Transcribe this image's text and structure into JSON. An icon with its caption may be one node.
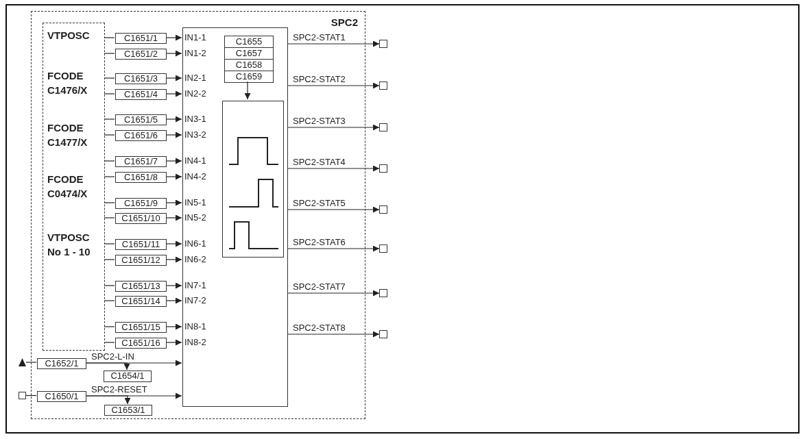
{
  "diagram": {
    "nodes": [
      {
        "text": [
          "SPC2"
        ]
      },
      {
        "text": [
          "VTPOSC",
          "FCODE C1476/X",
          "FCODE C1477/X",
          "FCODE C0474/X",
          "VTPOSC No 1 - 10"
        ],
        "in": 0
      },
      {
        "text": [
          "C1651/1"
        ],
        "in": 0
      },
      {
        "text": [
          "C1651/2"
        ],
        "in": 0
      },
      {
        "text": [
          "C1651/3"
        ],
        "in": 0
      },
      {
        "text": [
          "C1651/4"
        ],
        "in": 0
      },
      {
        "text": [
          "C1651/5"
        ],
        "in": 0
      },
      {
        "text": [
          "C1651/6"
        ],
        "in": 0
      },
      {
        "text": [
          "C1651/7"
        ],
        "in": 0
      },
      {
        "text": [
          "C1651/8"
        ],
        "in": 0
      },
      {
        "text": [
          "C1651/9"
        ],
        "in": 0
      },
      {
        "text": [
          "C1651/10"
        ],
        "in": 0
      },
      {
        "text": [
          "C1651/11"
        ],
        "in": 0
      },
      {
        "text": [
          "C1651/12"
        ],
        "in": 0
      },
      {
        "text": [
          "C1651/13"
        ],
        "in": 0
      },
      {
        "text": [
          "C1651/14"
        ],
        "in": 0
      },
      {
        "text": [
          "C1651/15"
        ],
        "in": 0
      },
      {
        "text": [
          "C1651/16"
        ],
        "in": 0
      },
      {
        "text": [],
        "shape": "box",
        "in": 0
      },
      {
        "text": [
          "C1655",
          "C1657",
          "C1658",
          "C1659"
        ],
        "in": 18
      },
      {
        "text": [],
        "shape": "picture",
        "in": 18
      },
      {
        "text": [],
        "shape": "triangle"
      },
      {
        "text": [
          "C1652/1"
        ],
        "in": 0
      },
      {
        "text": [
          "C1654/1"
        ],
        "in": 0
      },
      {
        "text": [],
        "shape": "box"
      },
      {
        "text": [
          "C1650/1"
        ],
        "in": 0
      },
      {
        "text": [
          "C1653/1"
        ],
        "in": 0
      },
      {
        "text": [],
        "shape": "box"
      },
      {
        "text": [],
        "shape": "box"
      },
      {
        "text": [],
        "shape": "box"
      },
      {
        "text": [],
        "shape": "box"
      },
      {
        "text": [],
        "shape": "box"
      },
      {
        "text": [],
        "shape": "box"
      },
      {
        "text": [],
        "shape": "box"
      },
      {
        "text": [],
        "shape": "box"
      }
    ],
    "edges": [
      {
        "from": 1,
        "to": 2,
        "arrow": "none"
      },
      {
        "from": 1,
        "to": 3,
        "arrow": "none"
      },
      {
        "from": 1,
        "to": 4,
        "arrow": "none"
      },
      {
        "from": 1,
        "to": 5,
        "arrow": "none"
      },
      {
        "from": 1,
        "to": 6,
        "arrow": "none"
      },
      {
        "from": 1,
        "to": 7,
        "arrow": "none"
      },
      {
        "from": 1,
        "to": 8,
        "arrow": "none"
      },
      {
        "from": 1,
        "to": 9,
        "arrow": "none"
      },
      {
        "from": 1,
        "to": 10,
        "arrow": "none"
      },
      {
        "from": 1,
        "to": 11,
        "arrow": "none"
      },
      {
        "from": 1,
        "to": 12,
        "arrow": "none"
      },
      {
        "from": 1,
        "to": 13,
        "arrow": "none"
      },
      {
        "from": 1,
        "to": 14,
        "arrow": "none"
      },
      {
        "from": 1,
        "to": 15,
        "arrow": "none"
      },
      {
        "from": 1,
        "to": 16,
        "arrow": "none"
      },
      {
        "from": 1,
        "to": 17,
        "arrow": "none"
      },
      {
        "from": 2,
        "to": 18,
        "arrow": "to"
      },
      {
        "from": 3,
        "to": 18,
        "arrow": "to"
      },
      {
        "from": 4,
        "to": 18,
        "arrow": "to"
      },
      {
        "from": 5,
        "to": 18,
        "arrow": "to"
      },
      {
        "from": 6,
        "to": 18,
        "arrow": "to"
      },
      {
        "from": 7,
        "to": 18,
        "arrow": "to"
      },
      {
        "from": 8,
        "to": 18,
        "arrow": "to"
      },
      {
        "from": 9,
        "to": 18,
        "arrow": "to"
      },
      {
        "from": 10,
        "to": 18,
        "arrow": "to"
      },
      {
        "from": 11,
        "to": 18,
        "arrow": "to"
      },
      {
        "from": 12,
        "to": 18,
        "arrow": "to"
      },
      {
        "from": 13,
        "to": 18,
        "arrow": "to"
      },
      {
        "from": 14,
        "to": 18,
        "arrow": "to"
      },
      {
        "from": 15,
        "to": 18,
        "arrow": "to"
      },
      {
        "from": 16,
        "to": 18,
        "arrow": "to"
      },
      {
        "from": 17,
        "to": 18,
        "arrow": "to"
      },
      {
        "from": 19,
        "to": 20,
        "arrow": "to"
      },
      {
        "from": 22,
        "to": 21,
        "arrow": "none"
      },
      {
        "from": 22,
        "to": 18,
        "arrow": "to",
        "label": "SPC2-L-IN"
      },
      {
        "from": 22,
        "to": 23,
        "arrow": "to"
      },
      {
        "from": 25,
        "to": 24,
        "arrow": "none"
      },
      {
        "from": 25,
        "to": 18,
        "arrow": "to",
        "label": "SPC2-RESET"
      },
      {
        "from": 25,
        "to": 26,
        "arrow": "to"
      },
      {
        "from": 18,
        "to": 27,
        "arrow": "to",
        "label": "SPC2-STAT1"
      },
      {
        "from": 18,
        "to": 28,
        "arrow": "to",
        "label": "SPC2-STAT2"
      },
      {
        "from": 18,
        "to": 29,
        "arrow": "to",
        "label": "SPC2-STAT3"
      },
      {
        "from": 18,
        "to": 30,
        "arrow": "to",
        "label": "SPC2-STAT4"
      },
      {
        "from": 18,
        "to": 31,
        "arrow": "to",
        "label": "SPC2-STAT5"
      },
      {
        "from": 18,
        "to": 32,
        "arrow": "to",
        "label": "SPC2-STAT6"
      },
      {
        "from": 18,
        "to": 33,
        "arrow": "to",
        "label": "SPC2-STAT7"
      },
      {
        "from": 18,
        "to": 34,
        "arrow": "to",
        "label": "SPC2-STAT8"
      }
    ],
    "labels": [
      "IN1-1",
      "IN1-2",
      "IN2-1",
      "IN2-2",
      "IN3-1",
      "IN3-2",
      "IN4-1",
      "IN4-2",
      "IN5-1",
      "IN5-2",
      "IN6-1",
      "IN6-2",
      "IN7-1",
      "IN7-2",
      "IN8-1",
      "IN8-2"
    ]
  }
}
